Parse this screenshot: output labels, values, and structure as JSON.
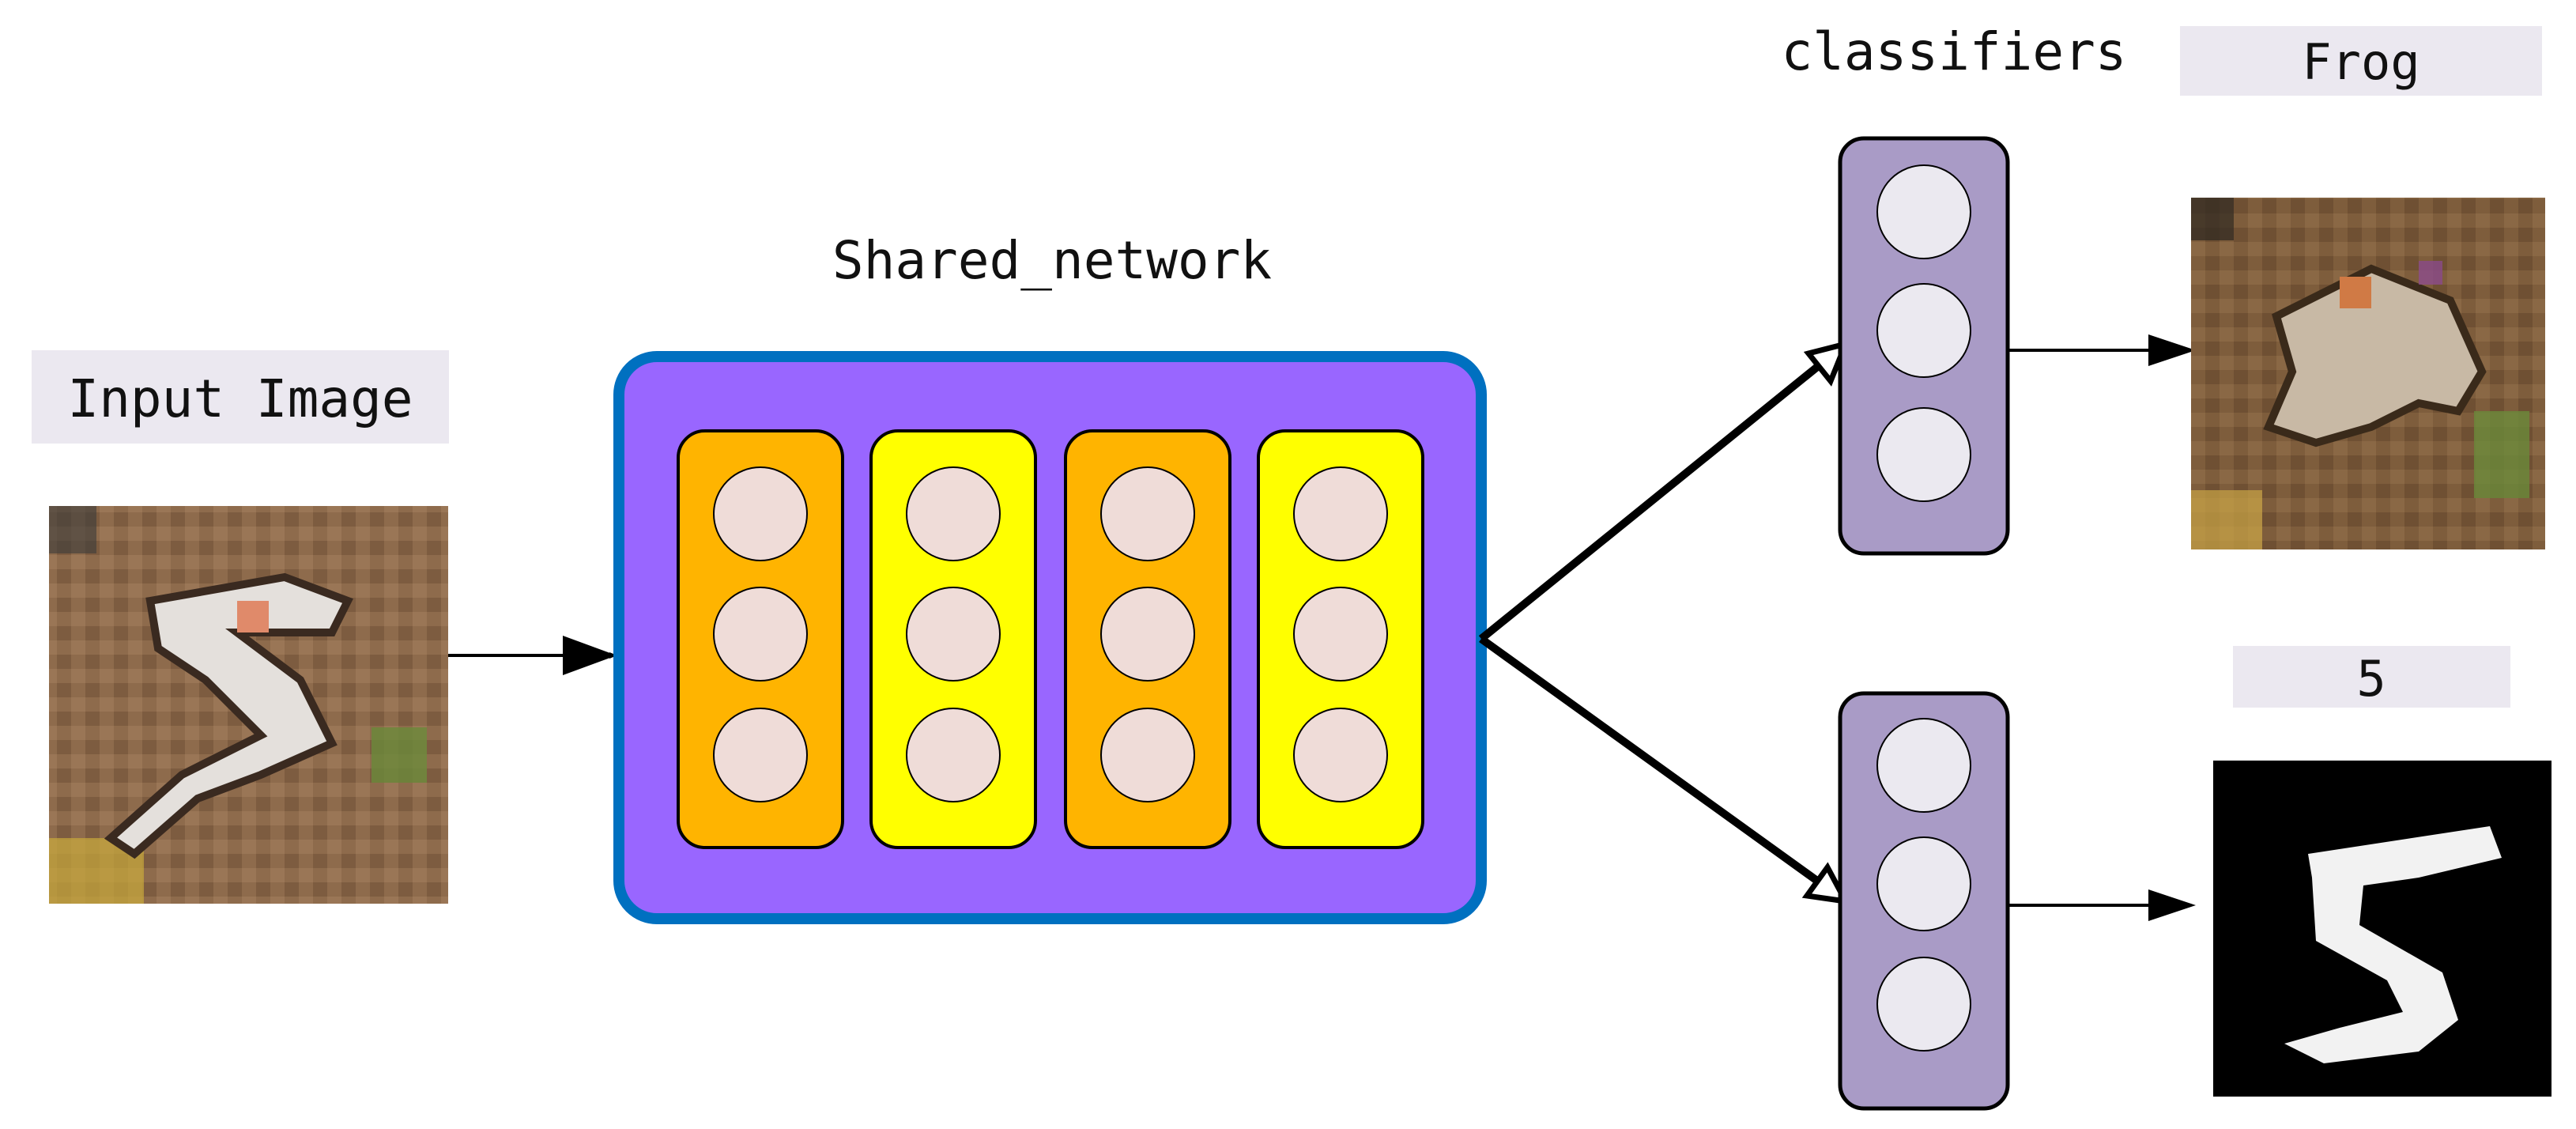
{
  "input": {
    "label": "Input Image"
  },
  "shared_network": {
    "title": "Shared_network",
    "columns": 4,
    "nodes_per_column": 3,
    "column_colors": [
      "#ffb400",
      "#ffff00",
      "#ffb400",
      "#ffff00"
    ],
    "box_color": "#9966ff",
    "border_color": "#0070c0"
  },
  "classifiers": {
    "title": "classifiers",
    "heads": 2,
    "nodes_per_head": 3,
    "color": "#a99bc6"
  },
  "outputs": [
    {
      "label": "Frog"
    },
    {
      "label": "5"
    }
  ],
  "colors": {
    "label_bg": "#ebe8f0",
    "node_fill": "#efdcd8",
    "classifier_node_fill": "#ebe9f0"
  }
}
